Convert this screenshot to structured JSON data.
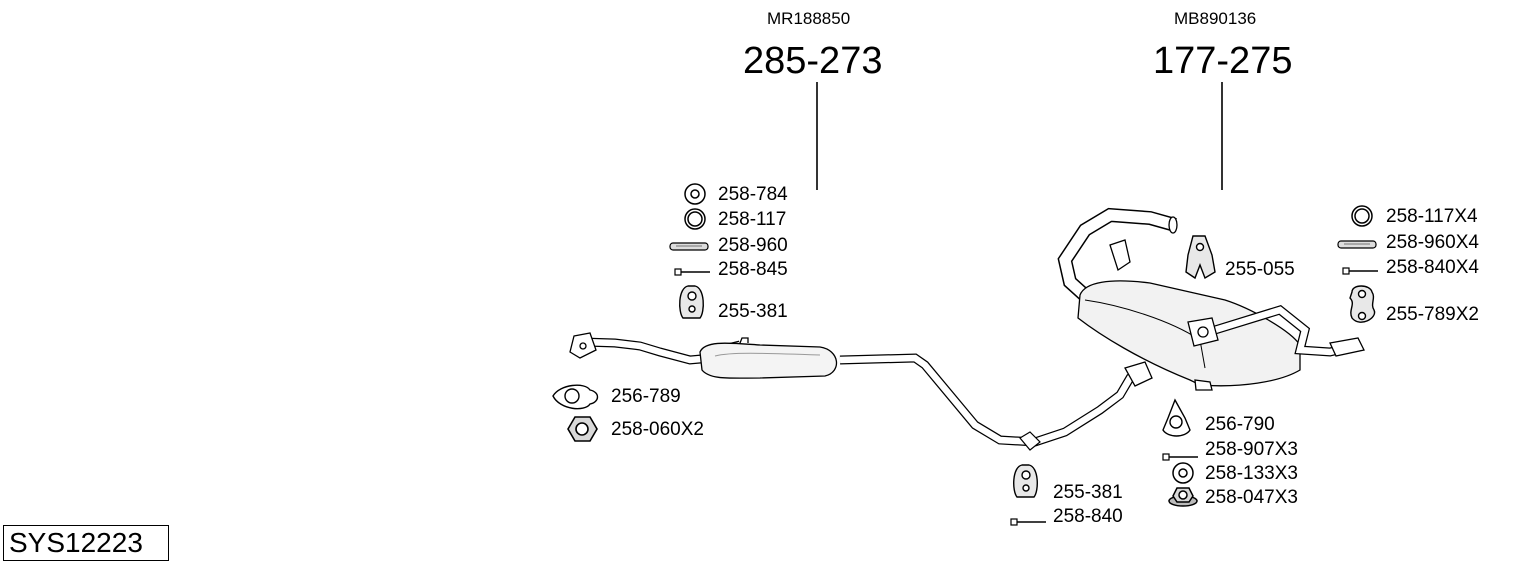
{
  "system_code": "SYS12223",
  "assemblies": [
    {
      "oem": "MR188850",
      "number": "285-273"
    },
    {
      "oem": "MB890136",
      "number": "177-275"
    }
  ],
  "parts": {
    "p1": "258-784",
    "p2": "258-117",
    "p3": "258-960",
    "p4": "258-845",
    "p5": "255-381",
    "p6": "256-789",
    "p7": "258-060X2",
    "p8": "255-055",
    "p9": "258-117X4",
    "p10": "258-960X4",
    "p11": "258-840X4",
    "p12": "255-789X2",
    "p13": "256-790",
    "p14": "258-907X3",
    "p15": "258-133X3",
    "p16": "258-047X3",
    "p17": "255-381",
    "p18": "258-840"
  },
  "colors": {
    "line": "#000000",
    "fill_light": "#f2f2f2",
    "shade": "#bdbdbd"
  }
}
